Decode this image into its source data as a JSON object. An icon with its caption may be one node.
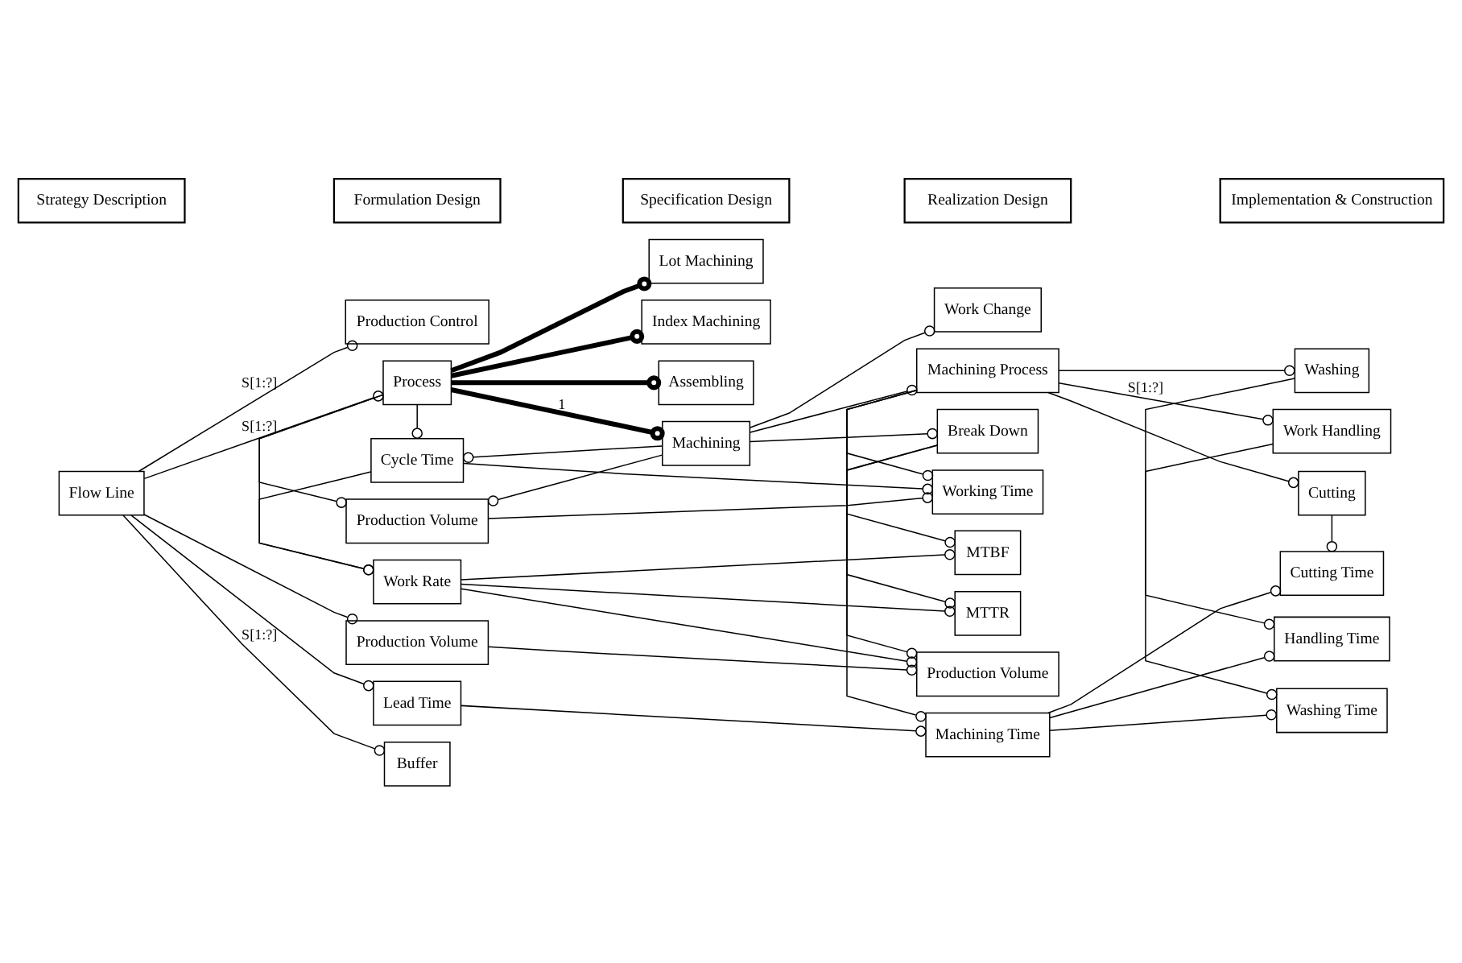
{
  "diagram": {
    "nodes": [
      {
        "text": [
          "Strategy Description"
        ]
      },
      {
        "text": [
          "Formulation Design"
        ]
      },
      {
        "text": [
          "Specification Design"
        ]
      },
      {
        "text": [
          "Realization Design"
        ]
      },
      {
        "text": [
          "Implementation & Construction"
        ]
      },
      {
        "text": [
          "Flow Line"
        ]
      },
      {
        "text": [
          "Lead Time"
        ]
      },
      {
        "text": [
          "Production Volume"
        ]
      },
      {
        "text": [
          "Process"
        ]
      },
      {
        "text": [
          "Machining"
        ]
      },
      {
        "text": [
          "Cycle Time"
        ]
      },
      {
        "text": [
          "Work Rate"
        ]
      },
      {
        "text": [
          "Production Volume"
        ]
      },
      {
        "text": [
          "Buffer"
        ]
      },
      {
        "text": [
          "Production Control"
        ]
      },
      {
        "text": [
          "Assembling"
        ]
      },
      {
        "text": [
          "Lot Machining"
        ]
      },
      {
        "text": [
          "Index Machining"
        ]
      },
      {
        "text": [
          "Machining Process"
        ]
      },
      {
        "text": [
          "Machining Time"
        ]
      },
      {
        "text": [
          "Working Time"
        ]
      },
      {
        "text": [
          "Production Volume"
        ]
      },
      {
        "text": [
          "Break Down"
        ]
      },
      {
        "text": [
          "MTBF"
        ]
      },
      {
        "text": [
          "MTTR"
        ]
      },
      {
        "text": [
          "Work Change"
        ]
      },
      {
        "text": [
          "Work Handling"
        ]
      },
      {
        "text": [
          "Handling Time"
        ]
      },
      {
        "text": [
          "Cutting"
        ]
      },
      {
        "text": [
          "Cutting Time"
        ]
      },
      {
        "text": [
          "Washing"
        ]
      },
      {
        "text": [
          "Washing Time"
        ]
      }
    ],
    "edges": [
      {
        "from": 5,
        "to": 6,
        "arrow": "other"
      },
      {
        "from": 5,
        "to": 7,
        "arrow": "other"
      },
      {
        "from": 5,
        "to": 8,
        "arrow": "other",
        "label": "S[1:?]"
      },
      {
        "from": 5,
        "to": 13,
        "arrow": "other",
        "label": "S[1:?]"
      },
      {
        "from": 5,
        "to": 14,
        "arrow": "other",
        "label": "S[1:?]"
      },
      {
        "from": 8,
        "to": 9,
        "arrow": "other",
        "label": "1",
        "style": "thick"
      },
      {
        "from": 8,
        "to": 15,
        "arrow": "other",
        "style": "thick"
      },
      {
        "from": 8,
        "to": 16,
        "arrow": "other",
        "style": "thick"
      },
      {
        "from": 8,
        "to": 17,
        "arrow": "other",
        "style": "thick"
      },
      {
        "from": 8,
        "to": 10,
        "arrow": "other"
      },
      {
        "from": 8,
        "to": 11,
        "arrow": "other"
      },
      {
        "from": 8,
        "to": 12,
        "arrow": "other"
      },
      {
        "from": 10,
        "to": 11,
        "arrow": "other"
      },
      {
        "from": 9,
        "to": 18,
        "arrow": "other"
      },
      {
        "from": 9,
        "to": 22,
        "arrow": "other"
      },
      {
        "from": 9,
        "to": 25,
        "arrow": "other"
      },
      {
        "from": 9,
        "to": 10,
        "arrow": "other"
      },
      {
        "from": 9,
        "to": 12,
        "arrow": "other"
      },
      {
        "from": 18,
        "to": 26,
        "arrow": "other",
        "label": "S[1:?]"
      },
      {
        "from": 18,
        "to": 19,
        "arrow": "other"
      },
      {
        "from": 18,
        "to": 20,
        "arrow": "other"
      },
      {
        "from": 18,
        "to": 21,
        "arrow": "other"
      },
      {
        "from": 18,
        "to": 28,
        "arrow": "other"
      },
      {
        "from": 18,
        "to": 30,
        "arrow": "other"
      },
      {
        "from": 6,
        "to": 19,
        "arrow": "other"
      },
      {
        "from": 7,
        "to": 21,
        "arrow": "other"
      },
      {
        "from": 10,
        "to": 20,
        "arrow": "other"
      },
      {
        "from": 11,
        "to": 21,
        "arrow": "other"
      },
      {
        "from": 11,
        "to": 23,
        "arrow": "other"
      },
      {
        "from": 11,
        "to": 24,
        "arrow": "other"
      },
      {
        "from": 12,
        "to": 20,
        "arrow": "other"
      },
      {
        "from": 22,
        "to": 23,
        "arrow": "other"
      },
      {
        "from": 22,
        "to": 24,
        "arrow": "other"
      },
      {
        "from": 19,
        "to": 27,
        "arrow": "other"
      },
      {
        "from": 19,
        "to": 29,
        "arrow": "other"
      },
      {
        "from": 19,
        "to": 31,
        "arrow": "other"
      },
      {
        "from": 26,
        "to": 27,
        "arrow": "other"
      },
      {
        "from": 28,
        "to": 29,
        "arrow": "other"
      },
      {
        "from": 30,
        "to": 31,
        "arrow": "other"
      }
    ]
  }
}
